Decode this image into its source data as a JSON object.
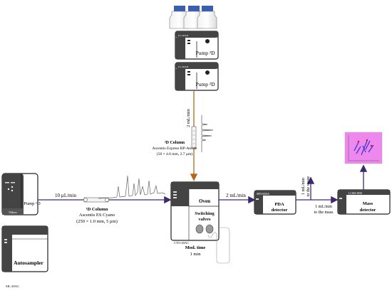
{
  "pumps_2d": [
    {
      "model": "LC-20AD",
      "label": "Pump ²D"
    },
    {
      "model": "LC-20AD",
      "label": "Pump ²D"
    }
  ],
  "pump_1d": {
    "brand": "Nikon",
    "label": "Pump ¹D"
  },
  "autosampler": {
    "label": "Autosampler",
    "model": "SIL-20AC"
  },
  "flow_1d": "10 µL/min",
  "column_1d": {
    "title": "¹D Column",
    "name": "Ascentis ES Cyano",
    "dims": "(250 × 1.0 mm, 5 µm)"
  },
  "column_2d": {
    "title": "²D Column",
    "name": "Ascentis Express RP-Amide",
    "dims": "(50 × 4.6 mm, 2.7 µm)"
  },
  "flow_2d": "2 mL/min",
  "oven": {
    "label": "Oven",
    "valves": "Switching valves",
    "model": "CTO-20AC",
    "mod_time_label": "Mod. time",
    "mod_time_value": "1 min"
  },
  "flow_to_pda": "2 mL/min",
  "pda": {
    "model": "SPD-M20A",
    "label": "PDA detector"
  },
  "split_waste": "1 mL/min to the waste",
  "split_mass": "1 mL/min to the mass",
  "mass": {
    "model": "LCMS-8050",
    "label": "Mass detector"
  },
  "colors": {
    "flow_2d_line": "#b5651d",
    "flow_line": "#3d2a6e",
    "ms_plot_bg": "#ee88ee",
    "device_dark": "#444444"
  }
}
